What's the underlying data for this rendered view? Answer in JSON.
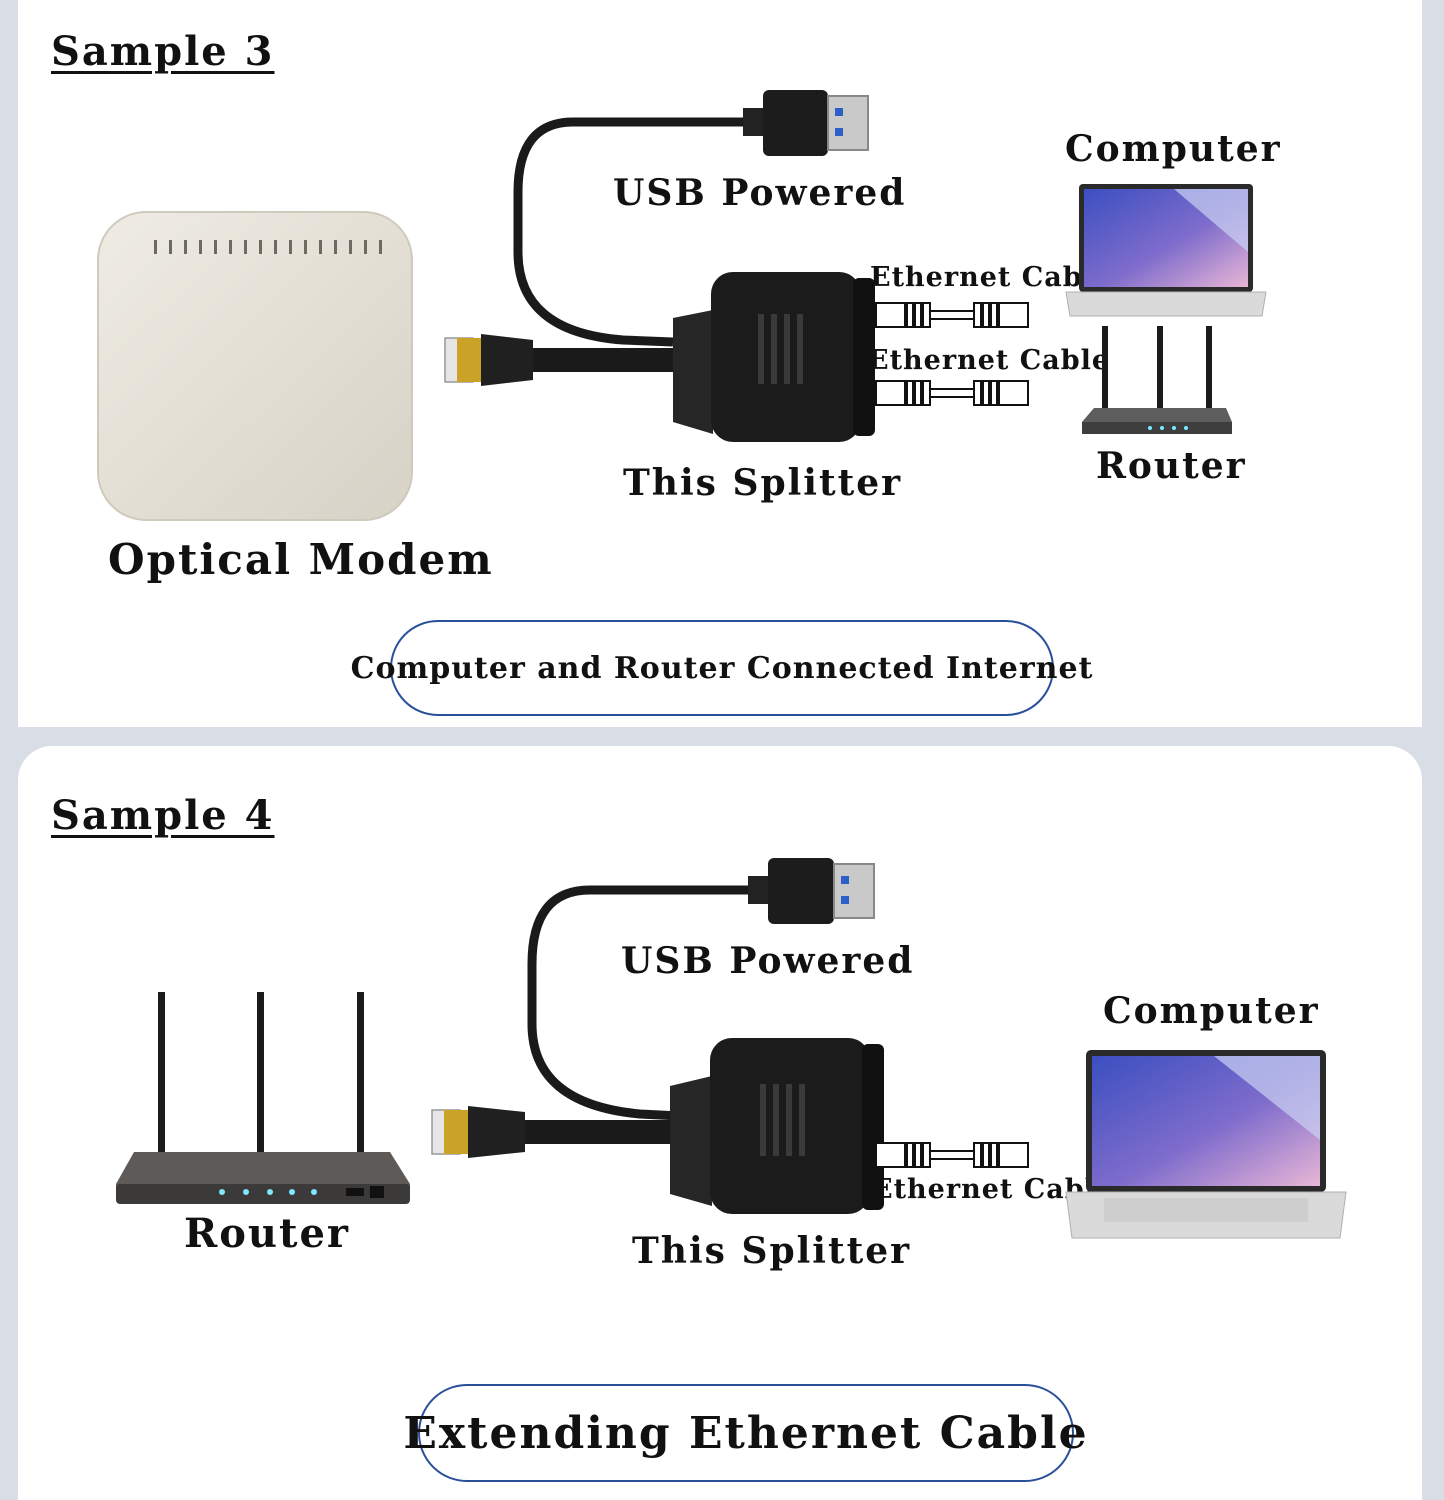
{
  "sample3": {
    "title": "Sample 3",
    "labels": {
      "usb": "USB Powered",
      "computer": "Computer",
      "ethernet1": "Ethernet Cable",
      "ethernet2": "Ethernet Cable",
      "router": "Router",
      "splitter": "This Splitter",
      "modem": "Optical Modem"
    },
    "caption": "Computer and Router Connected Internet"
  },
  "sample4": {
    "title": "Sample 4",
    "labels": {
      "usb": "USB Powered",
      "computer": "Computer",
      "ethernet": "Ethernet Cable",
      "router": "Router",
      "splitter": "This Splitter"
    },
    "caption": "Extending Ethernet Cable"
  },
  "colors": {
    "caption_border": "#2a4f9a",
    "panel_bg": "#ffffff",
    "page_bg": "#d8dde6"
  }
}
